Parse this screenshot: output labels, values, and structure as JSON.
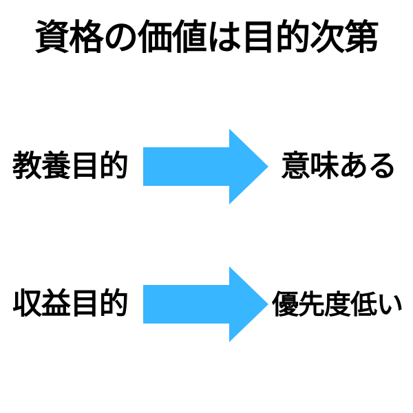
{
  "title": "資格の価値は目的次第",
  "rows": [
    {
      "source": "教養目的",
      "result": "意味ある"
    },
    {
      "source": "収益目的",
      "result": "優先度低い"
    }
  ],
  "icons": {
    "arrow": "right-arrow"
  },
  "colors": {
    "background": "#FFFFFF",
    "text": "#000000",
    "arrow": "#38B6FF"
  }
}
